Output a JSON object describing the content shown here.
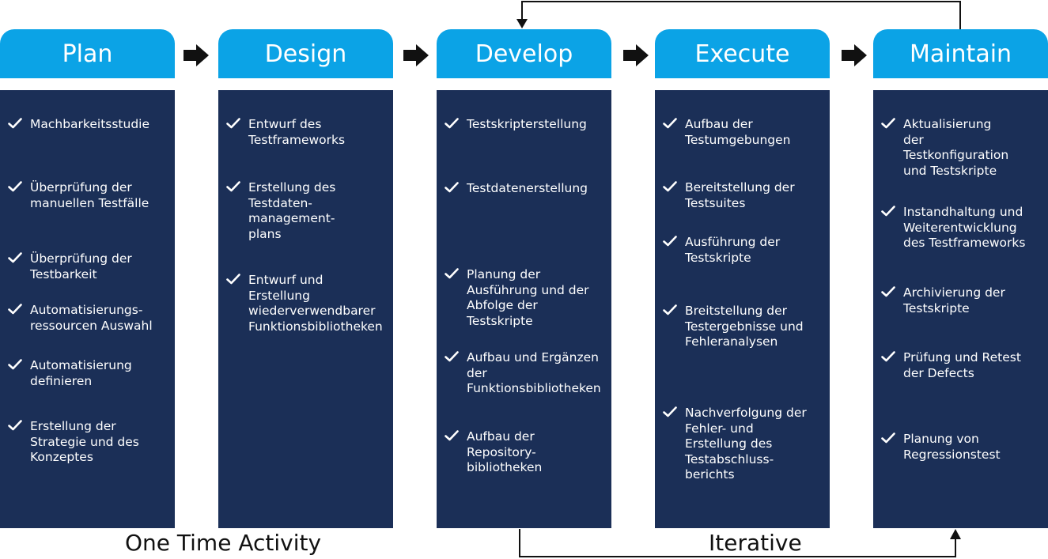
{
  "colors": {
    "header": "#0ba3e6",
    "body": "#1b2f57",
    "text": "#ffffff",
    "line": "#111111"
  },
  "icons": {
    "check": "check-icon",
    "step_arrow": "arrow-right-icon"
  },
  "columns": [
    {
      "title": "Plan",
      "items": [
        "Machbarkeitsstudie",
        "Überprüfung der\nmanuellen Testfälle",
        "Überprüfung der\nTestbarkeit",
        "Automatisierungs-\nressourcen Auswahl",
        "Automatisierung\ndefinieren",
        "Erstellung der\nStrategie und des\nKonzeptes"
      ]
    },
    {
      "title": "Design",
      "items": [
        "Entwurf des\nTestframeworks",
        "Erstellung des\nTestdaten-\nmanagement-\nplans",
        "Entwurf und\nErstellung\nwiederverwendbarer\nFunktionsbibliotheken"
      ]
    },
    {
      "title": "Develop",
      "items": [
        "Testskripterstellung",
        "Testdatenerstellung",
        "Planung der\nAusführung und der\nAbfolge der\nTestskripte",
        "Aufbau und Ergänzen\nder\nFunktionsbibliotheken",
        "Aufbau der\nRepository-\nbibliotheken"
      ]
    },
    {
      "title": "Execute",
      "items": [
        "Aufbau der\nTestumgebungen",
        "Bereitstellung der\nTestsuites",
        "Ausführung der\nTestskripte",
        "Breitstellung der\nTestergebnisse und\nFehleranalysen",
        "Nachverfolgung der\nFehler- und\nErstellung des\nTestabschluss-\nberichts"
      ]
    },
    {
      "title": "Maintain",
      "items": [
        "Aktualisierung\nder\nTestkonfiguration\nund Testskripte",
        "Instandhaltung und\nWeiterentwicklung\ndes Testframeworks",
        "Archivierung der\nTestskripte",
        "Prüfung und Retest\nder Defects",
        "Planung von\nRegressionstest"
      ]
    }
  ],
  "labels": {
    "one_time": "One Time Activity",
    "iterative": "Iterative"
  }
}
